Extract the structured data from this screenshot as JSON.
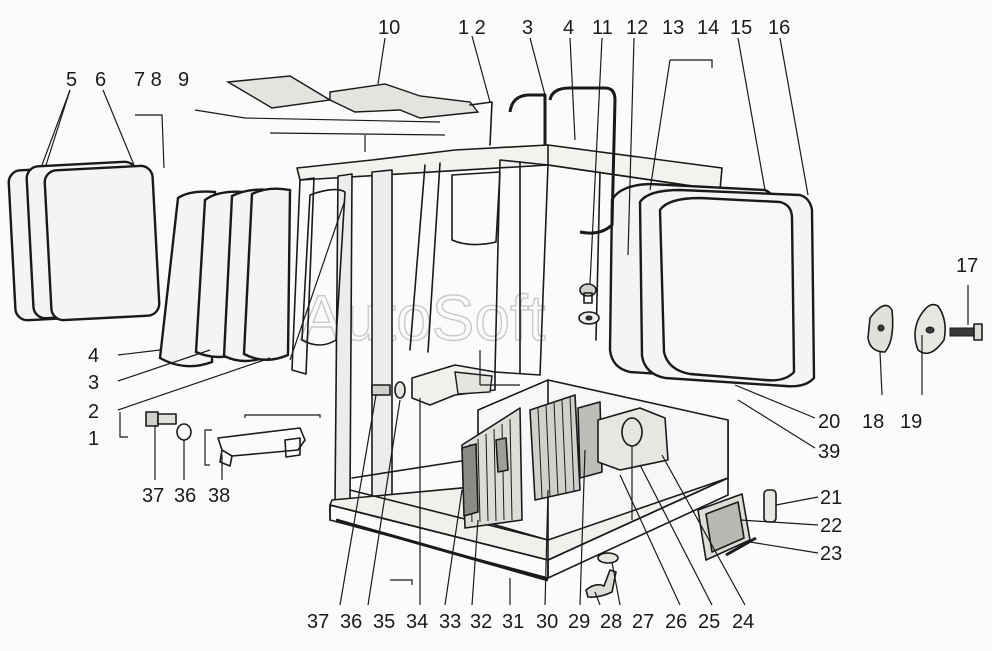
{
  "diagram": {
    "watermark": "AutoSoft",
    "callouts": [
      {
        "id": "c10",
        "text": "10"
      },
      {
        "id": "c12a",
        "text": "1 2"
      },
      {
        "id": "c3top",
        "text": "3"
      },
      {
        "id": "c4top",
        "text": "4"
      },
      {
        "id": "c11",
        "text": "11"
      },
      {
        "id": "c12",
        "text": "12"
      },
      {
        "id": "c13",
        "text": "13"
      },
      {
        "id": "c14",
        "text": "14"
      },
      {
        "id": "c15",
        "text": "15"
      },
      {
        "id": "c16",
        "text": "16"
      },
      {
        "id": "c5",
        "text": "5"
      },
      {
        "id": "c6",
        "text": "6"
      },
      {
        "id": "c78",
        "text": "7 8"
      },
      {
        "id": "c9",
        "text": "9"
      },
      {
        "id": "c17",
        "text": "17"
      },
      {
        "id": "c18",
        "text": "18"
      },
      {
        "id": "c19",
        "text": "19"
      },
      {
        "id": "c20",
        "text": "20"
      },
      {
        "id": "c39",
        "text": "39"
      },
      {
        "id": "c21",
        "text": "21"
      },
      {
        "id": "c22",
        "text": "22"
      },
      {
        "id": "c23",
        "text": "23"
      },
      {
        "id": "c4l",
        "text": "4"
      },
      {
        "id": "c3l",
        "text": "3"
      },
      {
        "id": "c2l",
        "text": "2"
      },
      {
        "id": "c1l",
        "text": "1"
      },
      {
        "id": "c37a",
        "text": "37"
      },
      {
        "id": "c36a",
        "text": "36"
      },
      {
        "id": "c38",
        "text": "38"
      },
      {
        "id": "c37",
        "text": "37"
      },
      {
        "id": "c36",
        "text": "36"
      },
      {
        "id": "c35",
        "text": "35"
      },
      {
        "id": "c34",
        "text": "34"
      },
      {
        "id": "c33",
        "text": "33"
      },
      {
        "id": "c32",
        "text": "32"
      },
      {
        "id": "c31",
        "text": "31"
      },
      {
        "id": "c30",
        "text": "30"
      },
      {
        "id": "c29",
        "text": "29"
      },
      {
        "id": "c28",
        "text": "28"
      },
      {
        "id": "c27",
        "text": "27"
      },
      {
        "id": "c26",
        "text": "26"
      },
      {
        "id": "c25",
        "text": "25"
      },
      {
        "id": "c24",
        "text": "24"
      }
    ]
  }
}
